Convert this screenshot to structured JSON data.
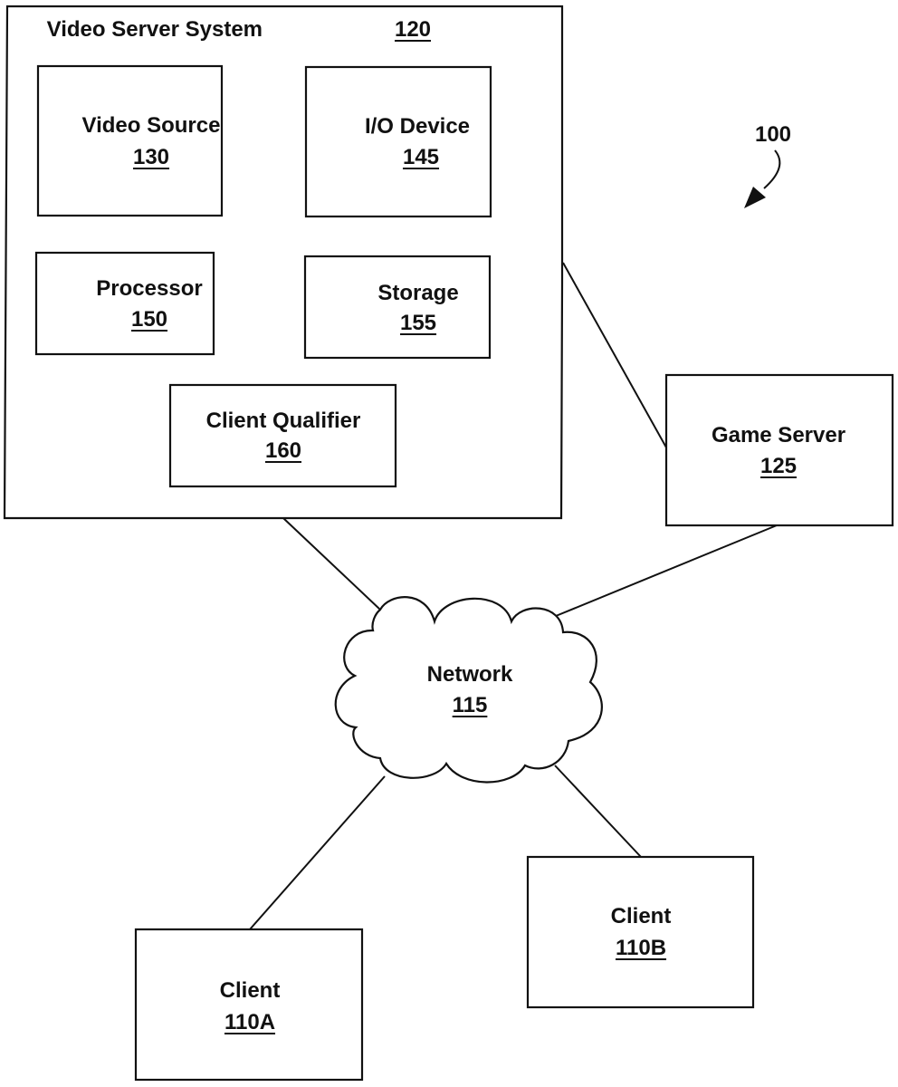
{
  "figure_ref": "100",
  "video_server_system": {
    "label": "Video Server System",
    "ref": "120"
  },
  "components": {
    "video_source": {
      "label": "Video Source",
      "ref": "130"
    },
    "io_device": {
      "label": "I/O Device",
      "ref": "145"
    },
    "processor": {
      "label": "Processor",
      "ref": "150"
    },
    "storage": {
      "label": "Storage",
      "ref": "155"
    },
    "client_qualifier": {
      "label": "Client Qualifier",
      "ref": "160"
    }
  },
  "game_server": {
    "label": "Game Server",
    "ref": "125"
  },
  "network": {
    "label": "Network",
    "ref": "115"
  },
  "client_a": {
    "label": "Client",
    "ref": "110A"
  },
  "client_b": {
    "label": "Client",
    "ref": "110B"
  }
}
